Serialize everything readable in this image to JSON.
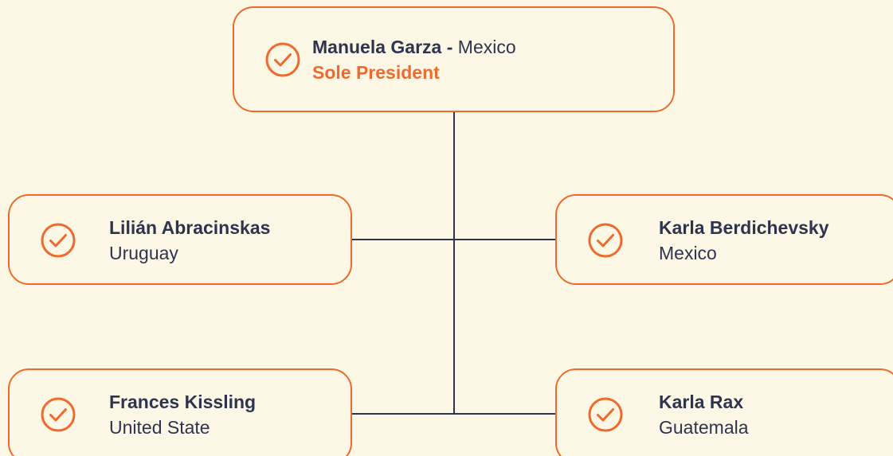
{
  "colors": {
    "background": "#fdf8e6",
    "accent": "#ef6a2c",
    "text": "#2c3450",
    "connector": "#2c3450"
  },
  "root": {
    "name": "Manuela Garza",
    "separator": " - ",
    "country": "Mexico",
    "role": "Sole President",
    "icon": "check-circle-icon"
  },
  "members": [
    {
      "name": "Lilián Abracinskas",
      "country": "Uruguay",
      "icon": "check-circle-icon"
    },
    {
      "name": "Karla Berdichevsky",
      "country": "Mexico",
      "icon": "check-circle-icon"
    },
    {
      "name": "Frances Kissling",
      "country": "United State",
      "icon": "check-circle-icon"
    },
    {
      "name": "Karla Rax",
      "country": "Guatemala",
      "icon": "check-circle-icon"
    }
  ]
}
